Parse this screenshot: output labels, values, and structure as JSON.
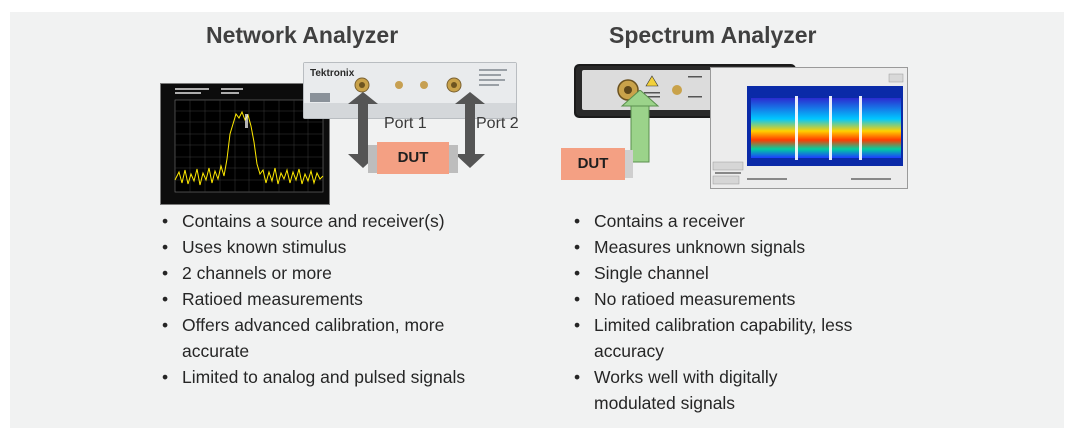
{
  "left": {
    "title": "Network Analyzer",
    "device_brand": "Tektronix",
    "port1": "Port 1",
    "port2": "Port 2",
    "dut": "DUT",
    "bullets": [
      "Contains a source and receiver(s)",
      "Uses known stimulus",
      "2 channels or more",
      "Ratioed measurements",
      "Offers advanced calibration, more accurate",
      "Limited to analog and pulsed signals"
    ]
  },
  "right": {
    "title": "Spectrum Analyzer",
    "dut": "DUT",
    "bullets": [
      "Contains a receiver",
      "Measures unknown signals",
      "Single channel",
      "No ratioed measurements",
      "Limited calibration capability, less accuracy",
      "Works well with digitally modulated signals"
    ]
  },
  "colors": {
    "dut_fill": "#f4a083",
    "arrow_gray": "#555555",
    "arrow_green": "#9bd38a",
    "trace_yellow": "#ffea00"
  }
}
